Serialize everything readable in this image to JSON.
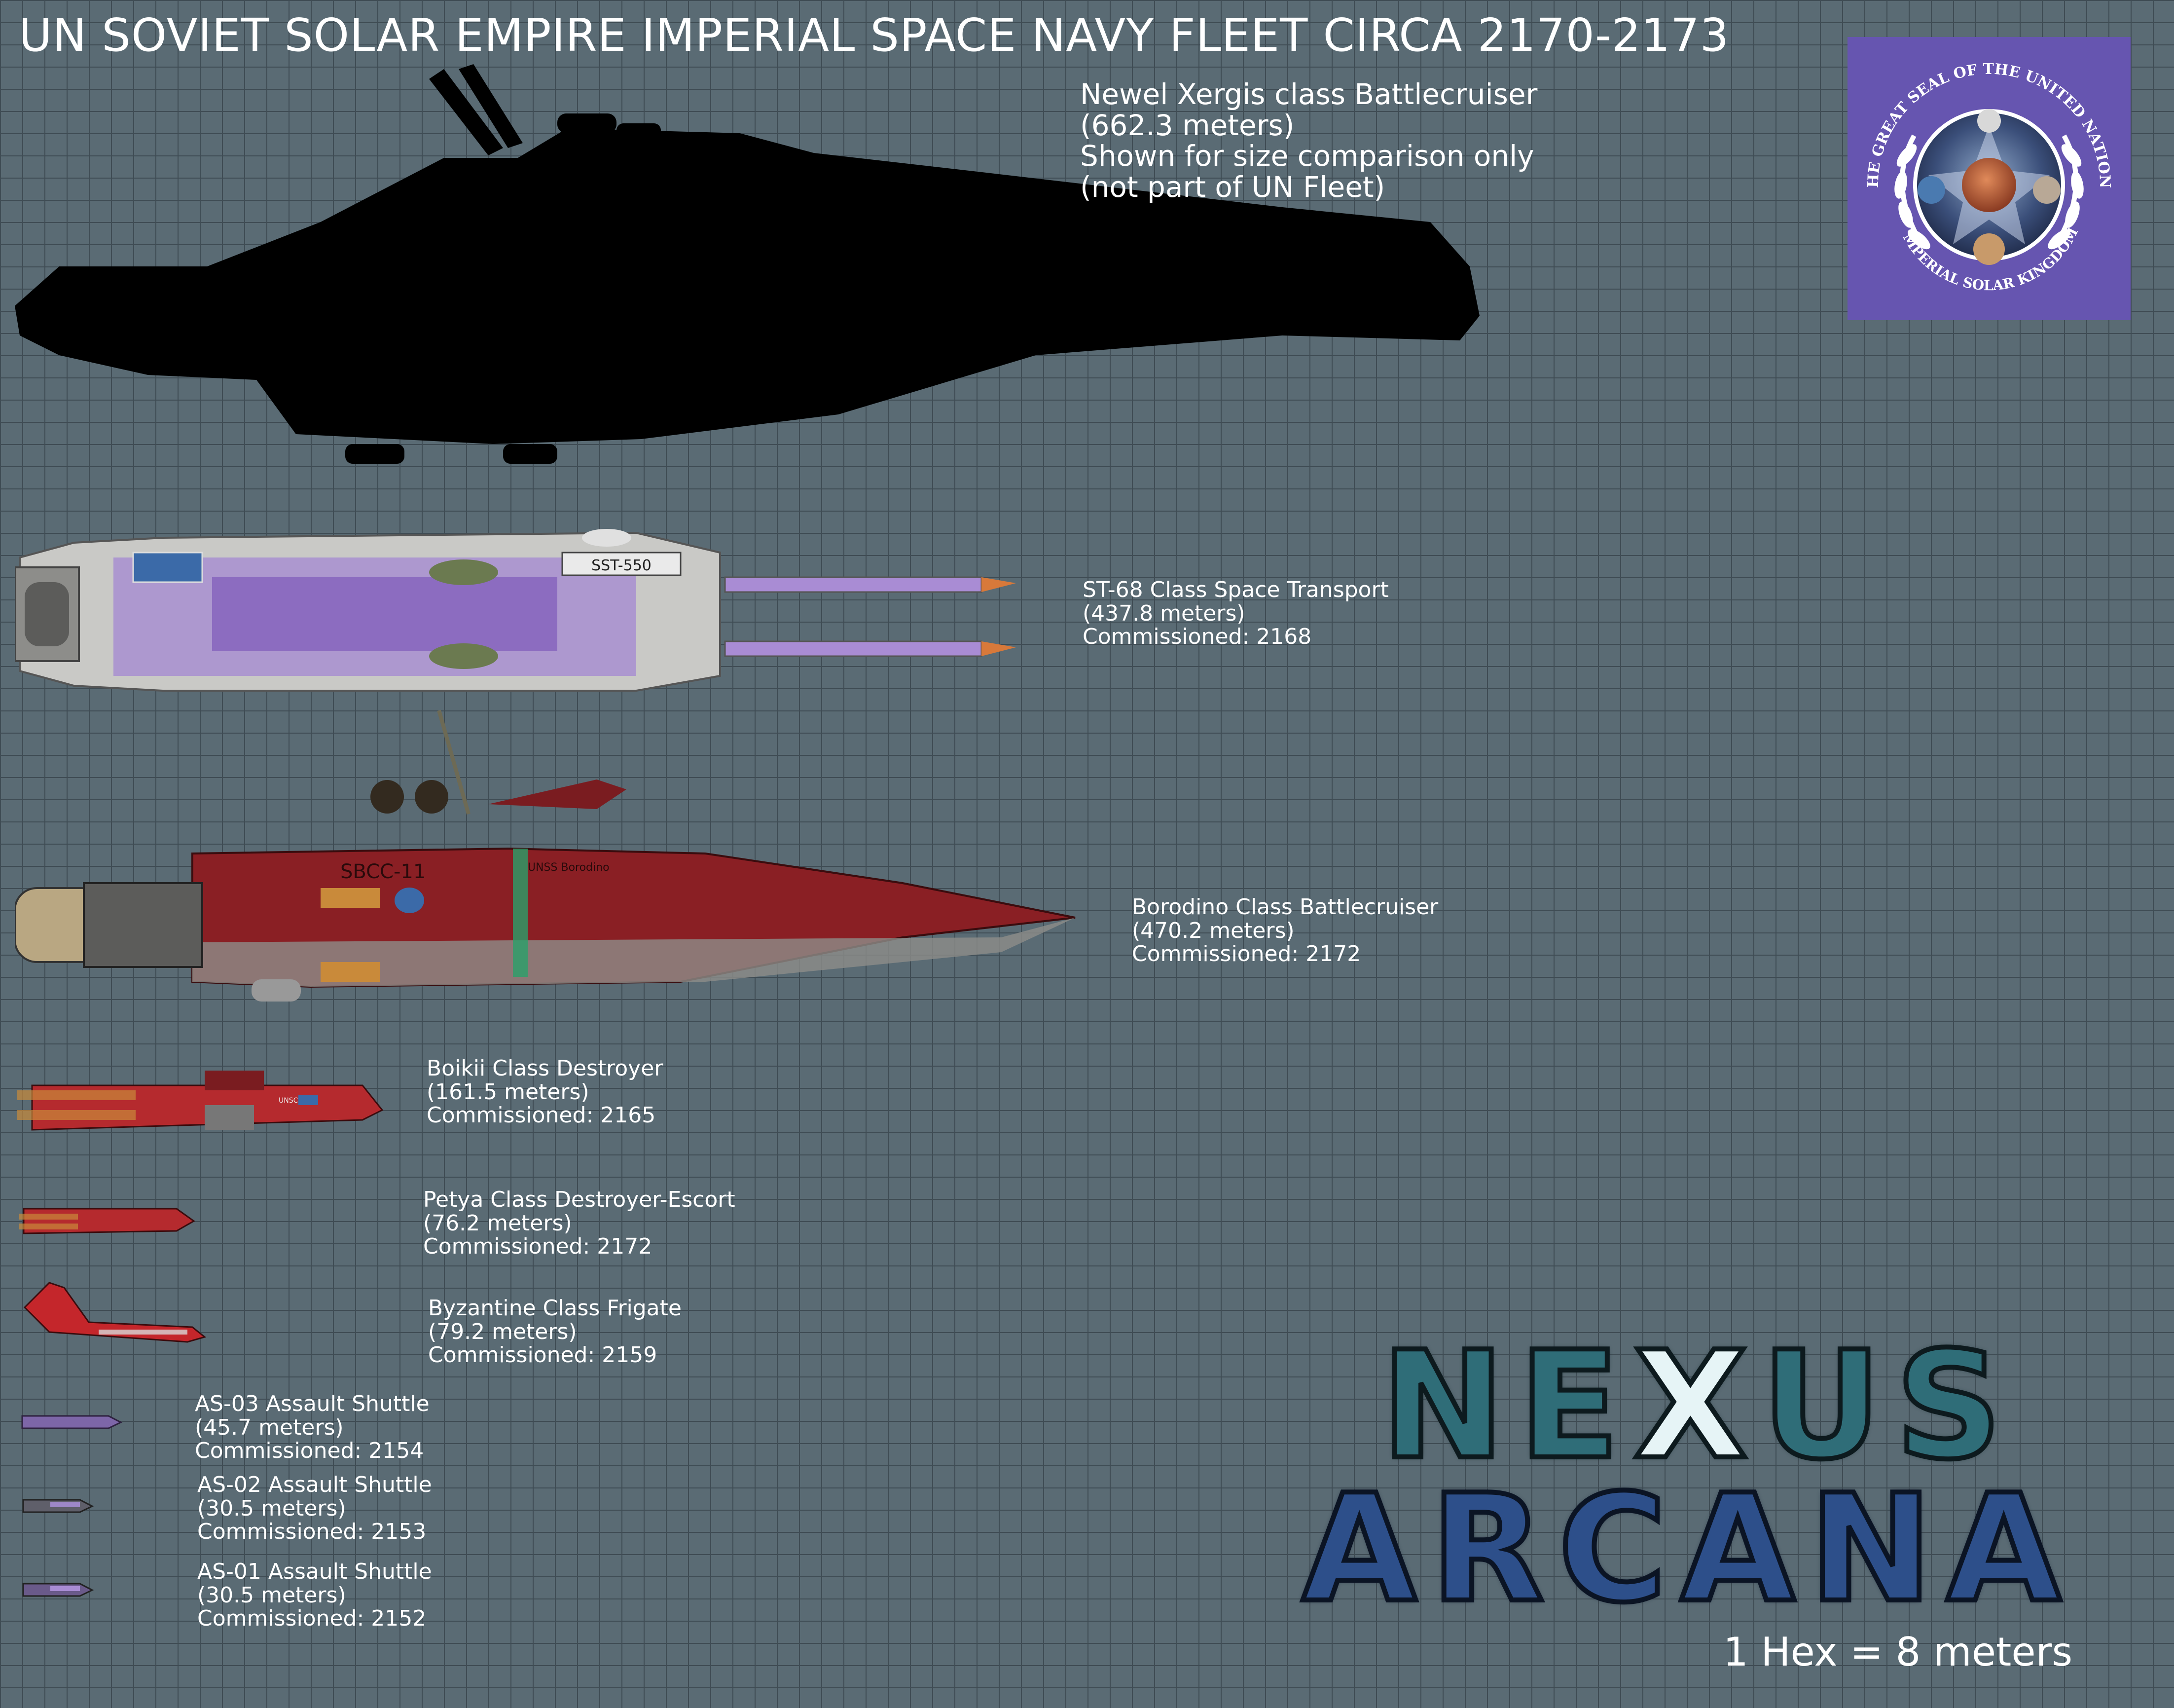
{
  "title": "UN SOVIET SOLAR EMPIRE IMPERIAL SPACE NAVY FLEET CIRCA 2170-2173",
  "seal": {
    "top_text": "THE GREAT SEAL OF THE UNITED NATIONS",
    "bottom_text": "IMPERIAL SOLAR KINGDOM",
    "colors": {
      "background": "#6655b0",
      "ring": "#ffffff"
    }
  },
  "ships": [
    {
      "id": "xergis",
      "lines": [
        "Newel Xergis class Battlecruiser",
        "(662.3 meters)",
        "Shown for size comparison only",
        "(not part of UN Fleet)"
      ]
    },
    {
      "id": "st68",
      "hull_marking": "SST-550",
      "lines": [
        "ST-68 Class Space Transport",
        "(437.8 meters)",
        "Commissioned: 2168"
      ]
    },
    {
      "id": "borodino",
      "hull_marking": "SBCC-11",
      "hull_name": "UNSS Borodino",
      "lines": [
        "Borodino Class Battlecruiser",
        "(470.2 meters)",
        "Commissioned: 2172"
      ]
    },
    {
      "id": "boikii",
      "hull_marking": "UNSC",
      "lines": [
        "Boikii Class Destroyer",
        "(161.5 meters)",
        "Commissioned: 2165"
      ]
    },
    {
      "id": "petya",
      "lines": [
        "Petya Class Destroyer-Escort",
        "(76.2 meters)",
        "Commissioned: 2172"
      ]
    },
    {
      "id": "byzantine",
      "lines": [
        "Byzantine Class Frigate",
        "(79.2 meters)",
        "Commissioned: 2159"
      ]
    },
    {
      "id": "as03",
      "lines": [
        "AS-03 Assault Shuttle",
        "(45.7 meters)",
        "Commissioned: 2154"
      ]
    },
    {
      "id": "as02",
      "lines": [
        "AS-02 Assault Shuttle",
        "(30.5 meters)",
        "Commissioned: 2153"
      ]
    },
    {
      "id": "as01",
      "lines": [
        "AS-01 Assault Shuttle",
        "(30.5 meters)",
        "Commissioned: 2152"
      ]
    }
  ],
  "logo": {
    "line1_a": "NE",
    "line1_b": "X",
    "line1_c": "US",
    "line2": "ARCANA"
  },
  "scale_text": "1 Hex = 8 meters",
  "colors": {
    "background": "#5a6b74",
    "grid": "#3f4c54",
    "silhouette": "#000000",
    "transport_accent": "#8c6cc0",
    "battlecruiser_hull": "#8a1f24"
  }
}
